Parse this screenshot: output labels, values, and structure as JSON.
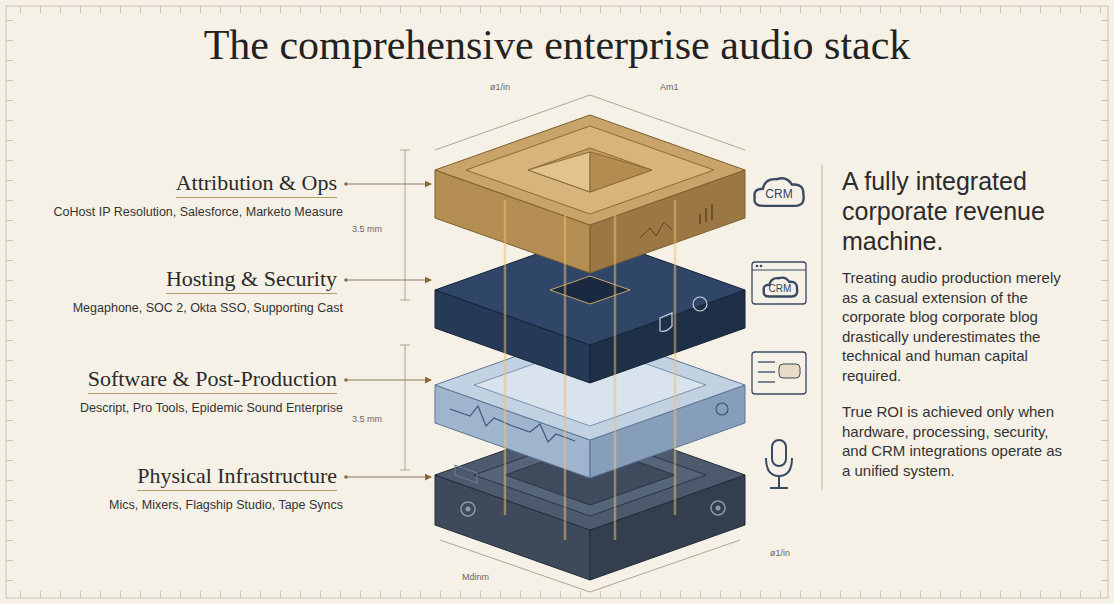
{
  "diagram": {
    "title": "The comprehensive enterprise audio stack",
    "nodes": [
      {
        "text": [
          "CRM"
        ]
      },
      {
        "text": [
          "CRM"
        ]
      }
    ],
    "labels": [
      "ø1/in",
      "Am1",
      "Attribution & Ops",
      "CoHost IP Resolution, Salesforce, Marketo Measure",
      "3.5 mm",
      "Hosting & Security",
      "Megaphone, SOC 2, Okta SSO, Supporting Cast",
      "Software & Post-Production",
      "Descript, Pro Tools, Epidemic Sound Enterprise",
      "3.5 mm",
      "Physical Infrastructure",
      "Mics, Mixers, Flagship Studio, Tape Syncs",
      "Mdinm",
      "ø1/in",
      "A fully integrated corporate revenue machine.",
      "Treating audio production merely as a casual extension of the corporate blog corporate blog drastically underestimates the technical and human capital required.",
      "True ROI is achieved only when hardware, processing, security, and CRM integrations operate as a unified system."
    ]
  }
}
